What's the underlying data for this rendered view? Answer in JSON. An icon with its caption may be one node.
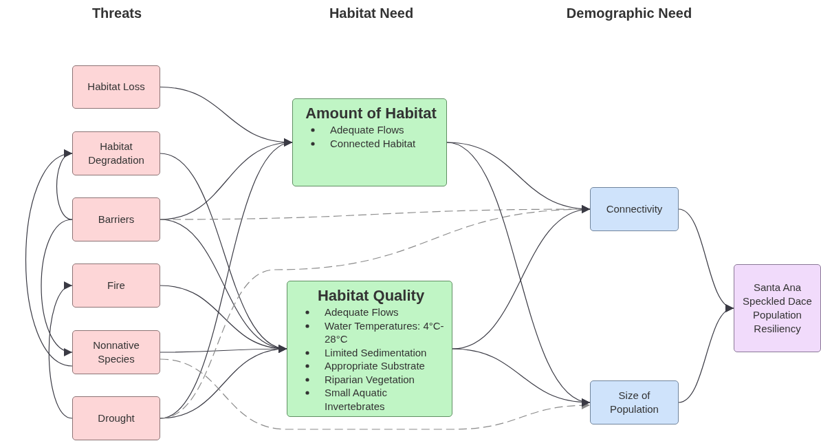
{
  "diagram": {
    "nodes": [
      {
        "text": [
          "Habitat Loss"
        ]
      },
      {
        "text": [
          "Habitat Degradation"
        ]
      },
      {
        "text": [
          "Barriers"
        ]
      },
      {
        "text": [
          "Fire"
        ]
      },
      {
        "text": [
          "Nonnative Species"
        ]
      },
      {
        "text": [
          "Drought"
        ]
      },
      {
        "text": [
          "Amount of Habitat",
          "Adequate Flows",
          "Connected Habitat"
        ]
      },
      {
        "text": [
          "Habitat Quality",
          "Adequate Flows",
          "Water Temperatures: 4°C-28°C",
          "Limited Sedimentation",
          "Appropriate Substrate",
          "Riparian Vegetation",
          "Small Aquatic Invertebrates"
        ]
      },
      {
        "text": [
          "Connectivity"
        ]
      },
      {
        "text": [
          "Size of Population"
        ]
      },
      {
        "text": [
          "Santa Ana Speckled Dace Population Resiliency"
        ]
      }
    ],
    "edges": [
      {
        "from": 0,
        "to": 6,
        "arrow": "to"
      },
      {
        "from": 2,
        "to": 6,
        "arrow": "to"
      },
      {
        "from": 5,
        "to": 6,
        "arrow": "to"
      },
      {
        "from": 1,
        "to": 7,
        "arrow": "to"
      },
      {
        "from": 2,
        "to": 7,
        "arrow": "to"
      },
      {
        "from": 3,
        "to": 7,
        "arrow": "to"
      },
      {
        "from": 4,
        "to": 7,
        "arrow": "to"
      },
      {
        "from": 5,
        "to": 7,
        "arrow": "to"
      },
      {
        "from": 2,
        "to": 1,
        "arrow": "to"
      },
      {
        "from": 4,
        "to": 1,
        "arrow": "to"
      },
      {
        "from": 2,
        "to": 4,
        "arrow": "to"
      },
      {
        "from": 5,
        "to": 3,
        "arrow": "to"
      },
      {
        "from": 2,
        "to": 8,
        "arrow": "to",
        "style": "dashed",
        "color": "#8a8a8a"
      },
      {
        "from": 5,
        "to": 8,
        "arrow": "to",
        "style": "dashed",
        "color": "#8a8a8a"
      },
      {
        "from": 4,
        "to": 9,
        "arrow": "to",
        "style": "dashed",
        "color": "#8a8a8a"
      },
      {
        "from": 6,
        "to": 8,
        "arrow": "to"
      },
      {
        "from": 6,
        "to": 9,
        "arrow": "to"
      },
      {
        "from": 7,
        "to": 8,
        "arrow": "to"
      },
      {
        "from": 7,
        "to": 9,
        "arrow": "to"
      },
      {
        "from": 8,
        "to": 10,
        "arrow": "to"
      },
      {
        "from": 9,
        "to": 10,
        "arrow": "to"
      }
    ],
    "labels": [
      "Threats",
      "Habitat Need",
      "Demographic Need"
    ]
  }
}
